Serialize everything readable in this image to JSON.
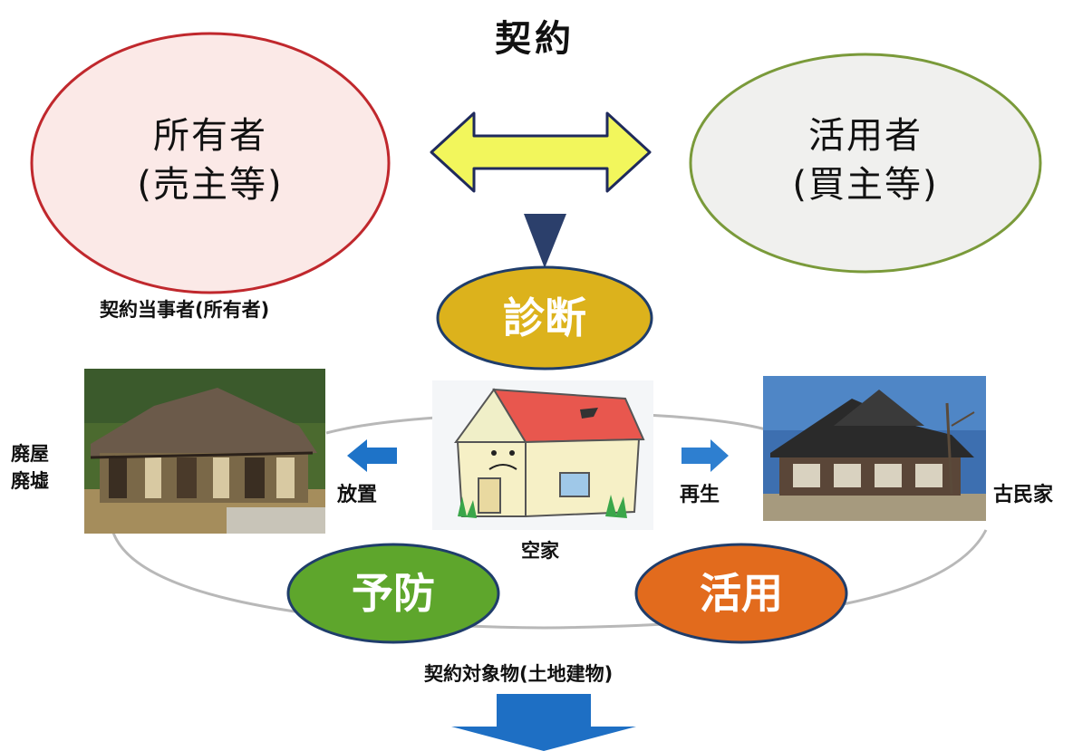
{
  "title": "契約",
  "owner": {
    "line1": "所有者",
    "line2": "(売主等)"
  },
  "user": {
    "line1": "活用者",
    "line2": "(買主等)"
  },
  "contract_party_label": "契約当事者(所有者)",
  "diagnosis_label": "診断",
  "left_label": "廃屋\n廃墟",
  "leave_label": "放置",
  "vacant_label": "空家",
  "regen_label": "再生",
  "old_house_label": "古民家",
  "prevent_label": "予防",
  "utilize_label": "活用",
  "contract_object_label": "契約対象物(土地建物)",
  "colors": {
    "owner_fill": "#fbe9e7",
    "owner_stroke": "#c0282d",
    "user_fill": "#f0f0ee",
    "user_stroke": "#7a9a3a",
    "arrow_fill": "#f2f65c",
    "arrow_stroke": "#1f2a5c",
    "diagnosis": "#dcb21c",
    "prevent": "#5ea62c",
    "utilize": "#e26b1d",
    "blue_arrow": "#1e73c8"
  }
}
